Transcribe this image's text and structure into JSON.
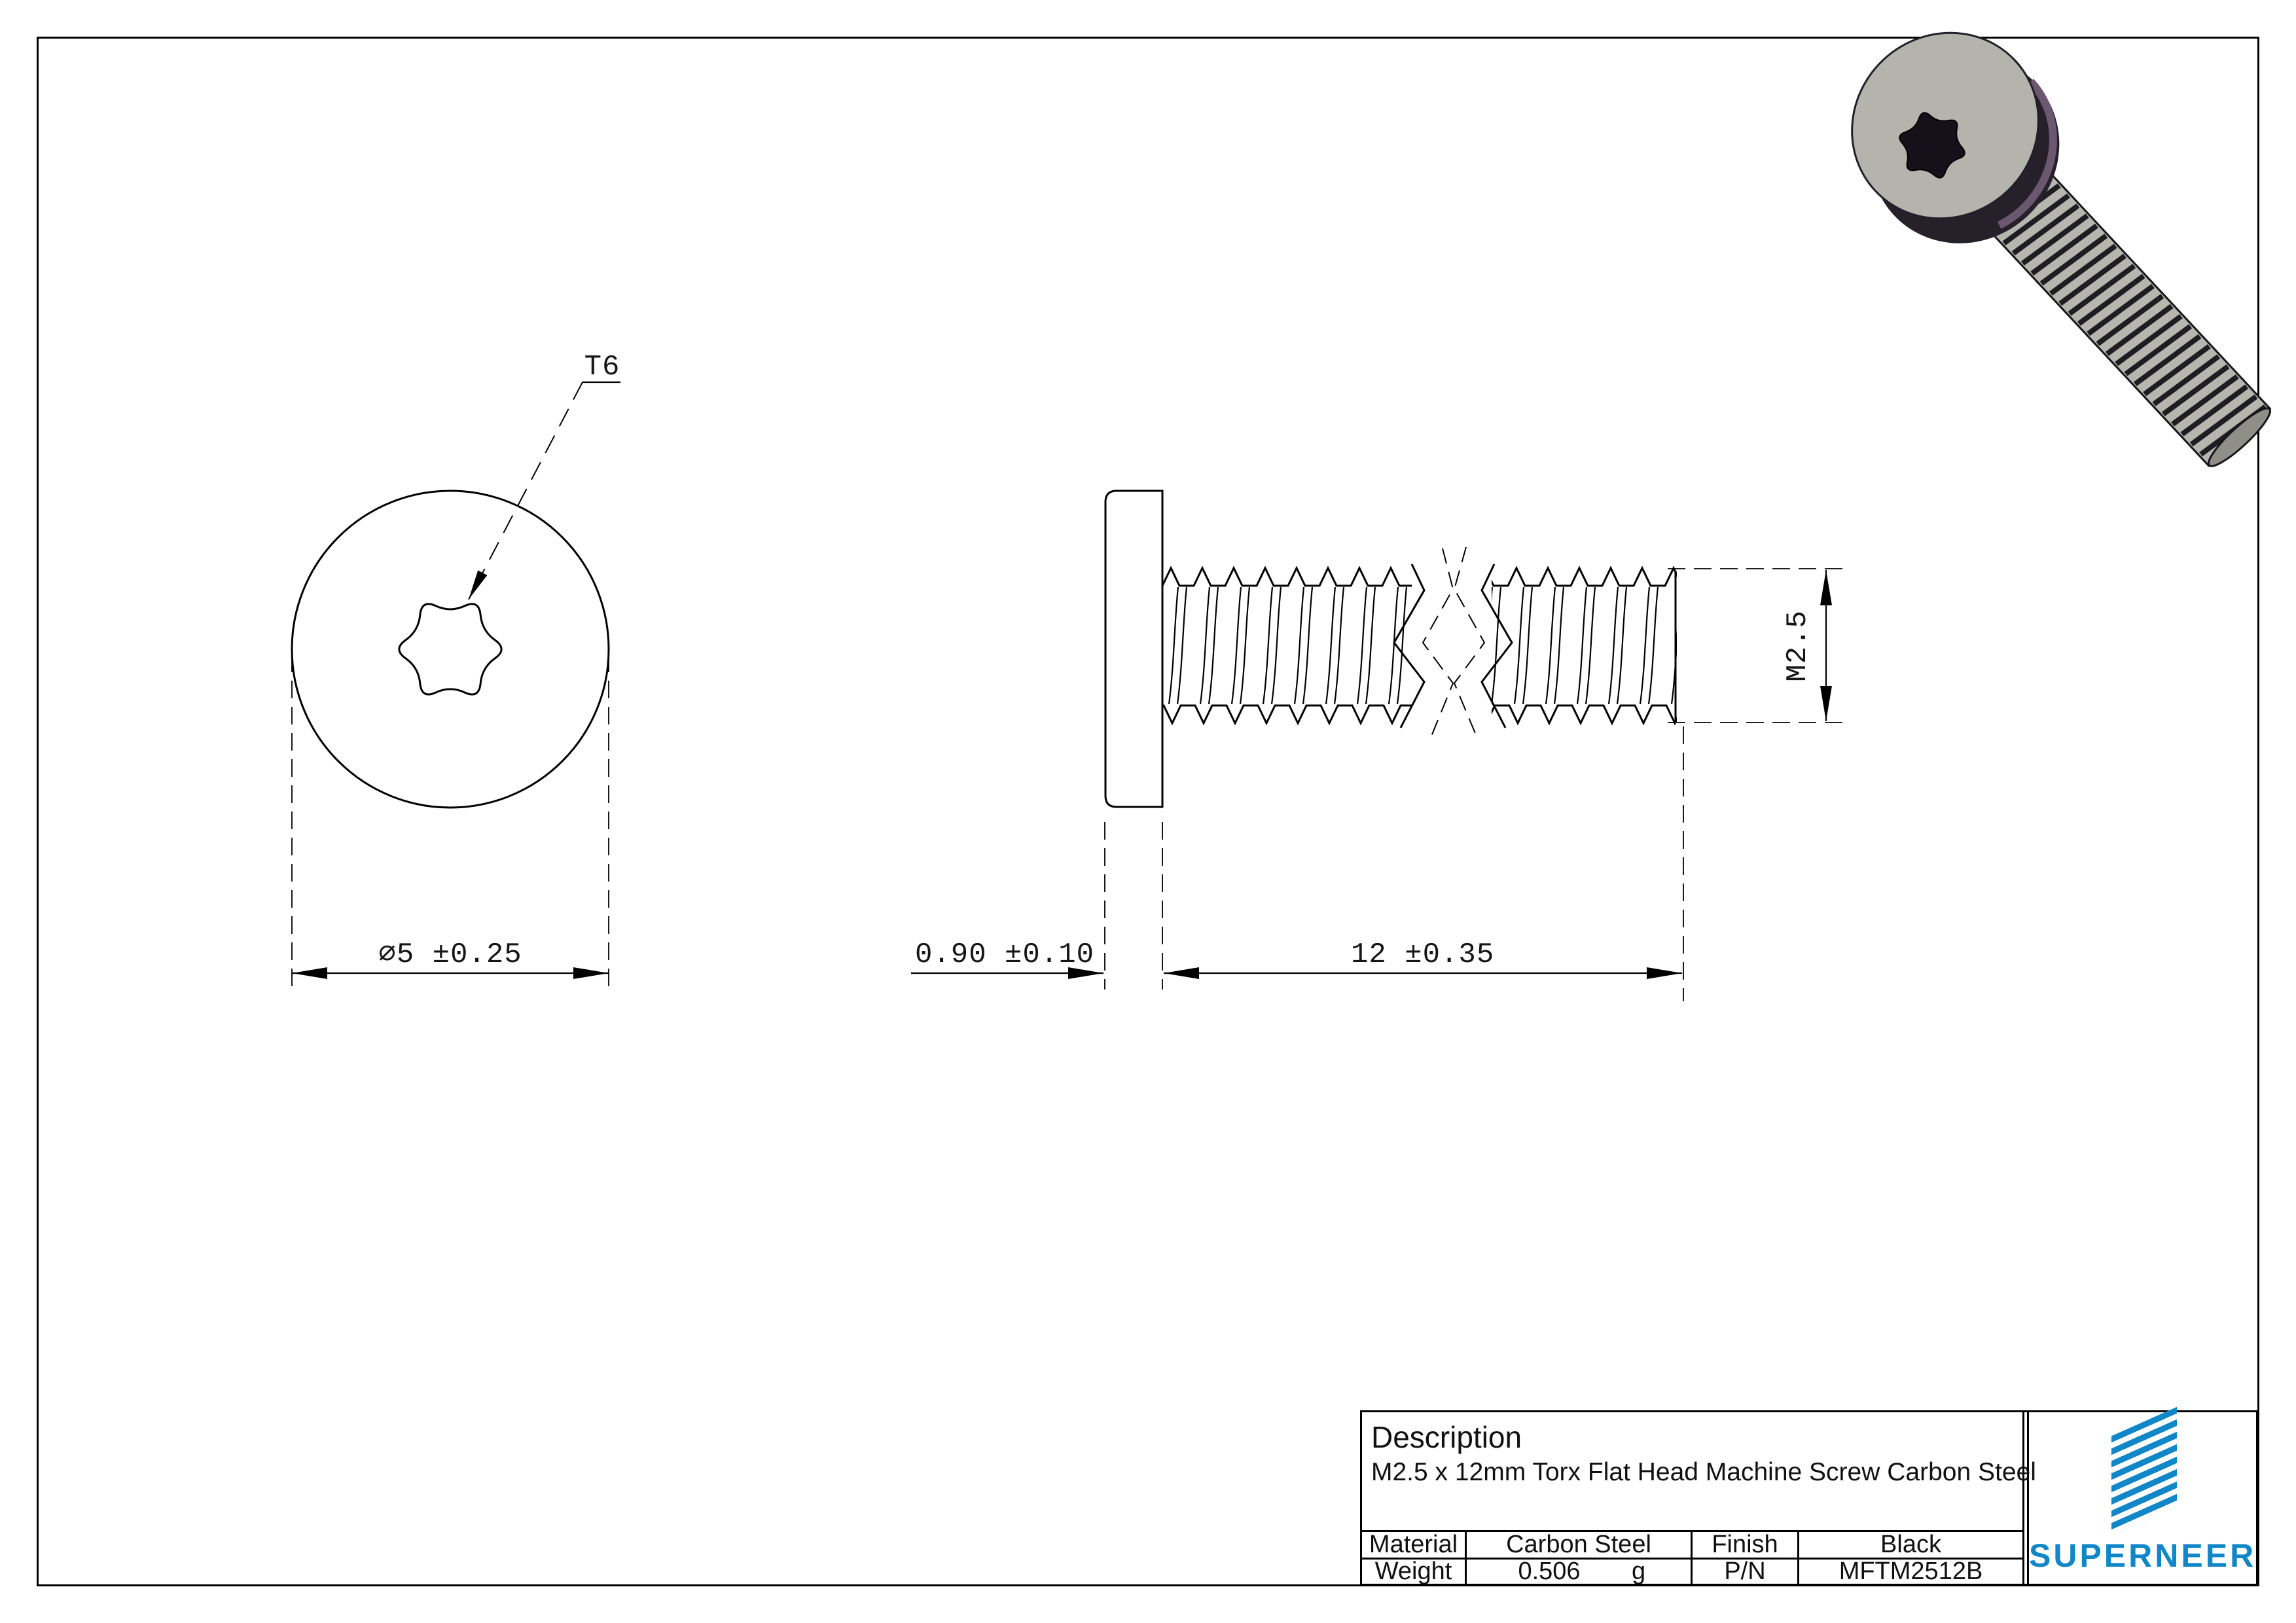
{
  "drawing": {
    "t6": "T6",
    "dia": "⌀5 ±0.25",
    "head": "0.90 ±0.10",
    "len": "12 ±0.35",
    "thread": "M2.5"
  },
  "title_block": {
    "description_label": "Description",
    "description": "M2.5 x 12mm Torx Flat Head Machine Screw Carbon Steel",
    "material_label": "Material",
    "material": "Carbon Steel",
    "finish_label": "Finish",
    "finish": "Black",
    "weight_label": "Weight",
    "weight_value": "0.506",
    "weight_unit": "g",
    "part_number_label": "P/N",
    "part_number": "MFTM2512B"
  },
  "logo": {
    "brand": "SUPERNEER",
    "accent_color": "#1287c8"
  }
}
